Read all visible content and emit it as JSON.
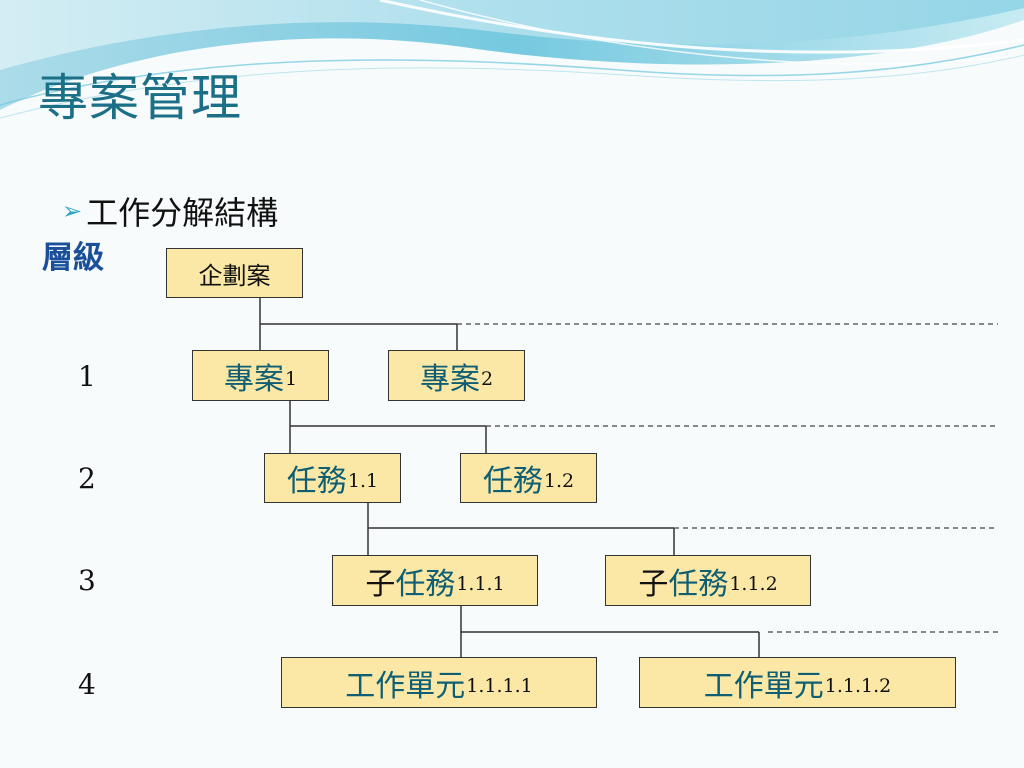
{
  "slide": {
    "title": "專案管理",
    "bullet": {
      "icon": "arrow-bullet-icon",
      "text": "工作分解結構"
    },
    "level_heading": "層級",
    "levels": [
      "1",
      "2",
      "3",
      "4"
    ]
  },
  "tree": {
    "root": {
      "label": "企劃案"
    },
    "level1": [
      {
        "label": "專案",
        "sub": "1"
      },
      {
        "label": "專案",
        "sub": "2"
      }
    ],
    "level2": [
      {
        "label": "任務",
        "sub": "1.1"
      },
      {
        "label": "任務",
        "sub": "1.2"
      }
    ],
    "level3": [
      {
        "prefix": "子",
        "label": "任務",
        "sub": "1.1.1"
      },
      {
        "prefix": "子",
        "label": "任務",
        "sub": "1.1.2"
      }
    ],
    "level4": [
      {
        "prefix": "工作",
        "label": "單元",
        "sub": "1.1.1.1"
      },
      {
        "prefix": "工作",
        "label": "單元",
        "sub": "1.1.1.2"
      }
    ]
  },
  "colors": {
    "title": "#1b6f86",
    "node_fill": "#fbe8a6",
    "node_text": "#0f5e73",
    "level_heading": "#1a4f9a",
    "bullet": "#2ea3c8"
  }
}
